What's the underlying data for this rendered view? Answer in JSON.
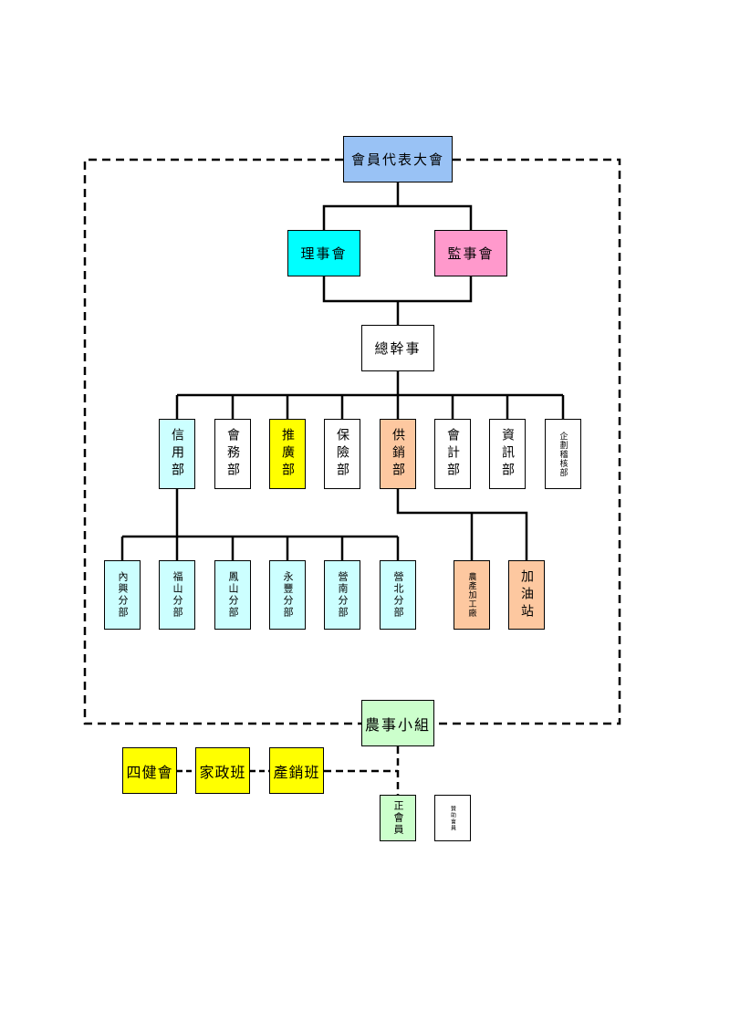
{
  "colors": {
    "blue": "#99c2f5",
    "cyan": "#00ffff",
    "pink": "#ff99cc",
    "yellow": "#ffff00",
    "orange": "#fdc8a0",
    "light_cyan": "#ccffff",
    "light_green": "#ccffcc",
    "white": "#ffffff"
  },
  "nodes": {
    "assembly": "會員代表大會",
    "board_directors": "理事會",
    "board_supervisors": "監事會",
    "general_manager": "總幹事",
    "dept_credit": "信用部",
    "dept_affairs": "會務部",
    "dept_extension": "推廣部",
    "dept_insurance": "保險部",
    "dept_supply": "供銷部",
    "dept_accounting": "會計部",
    "dept_info": "資訊部",
    "dept_audit": "企劃稽核部",
    "branch_neixing": "內興分部",
    "branch_fushan": "福山分部",
    "branch_fengshan": "鳳山分部",
    "branch_yongfeng": "永豐分部",
    "branch_yingnan": "營南分部",
    "branch_yingbei": "營北分部",
    "processing_plant": "農產加工廠",
    "gas_station": "加油站",
    "farm_group": "農事小組",
    "four_h": "四健會",
    "home_economics": "家政班",
    "production_class": "產銷班",
    "regular_member": "正會員",
    "associate_member": "贊助會員"
  }
}
